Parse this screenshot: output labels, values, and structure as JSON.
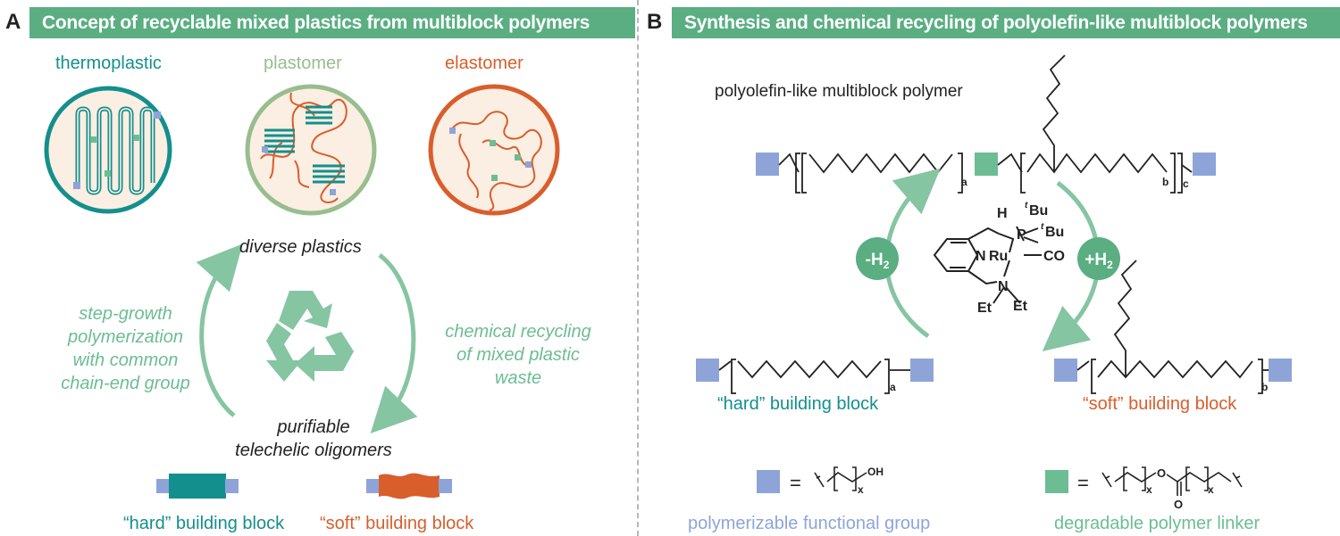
{
  "panelA": {
    "letter": "A",
    "header": "Concept of recyclable mixed plastics from multiblock polymers",
    "materials": [
      "thermoplastic",
      "plastomer",
      "elastomer"
    ],
    "cycle_top": "diverse plastics",
    "cycle_left": [
      "step-growth",
      "polymerization",
      "with common",
      "chain-end group"
    ],
    "cycle_right": [
      "chemical recycling",
      "of mixed plastic",
      "waste"
    ],
    "cycle_bottom": [
      "purifiable",
      "telechelic oligomers"
    ],
    "hard_label": "“hard” building block",
    "soft_label": "“soft” building block"
  },
  "panelB": {
    "letter": "B",
    "header": "Synthesis and chemical recycling of polyolefin-like multiblock polymers",
    "polymer_title": "polyolefin-like multiblock polymer",
    "sub_a": "a",
    "sub_b": "b",
    "sub_c": "c",
    "minus_h2": "-H",
    "plus_h2": "+H",
    "h2_sub": "2",
    "catalyst": {
      "H": "H",
      "tBu_sup": "t",
      "tBu": "Bu",
      "P": "P",
      "N1": "N",
      "Ru": "Ru",
      "CO": "CO",
      "N2": "N",
      "Et": "Et"
    },
    "hard_label": "“hard” building block",
    "soft_label": "“soft” building block",
    "equals": "=",
    "oh": "OH",
    "x": "x",
    "o": "O",
    "func_group_label": "polymerizable functional group",
    "linker_label": "degradable polymer linker"
  },
  "colors": {
    "header_green": "#5aae82",
    "teal": "#138f8d",
    "sage": "#98bd8e",
    "orange": "#d85e2c",
    "linker_green": "#6cbd94",
    "blue": "#8ea4d8",
    "arrow_green": "#86c5a2"
  }
}
